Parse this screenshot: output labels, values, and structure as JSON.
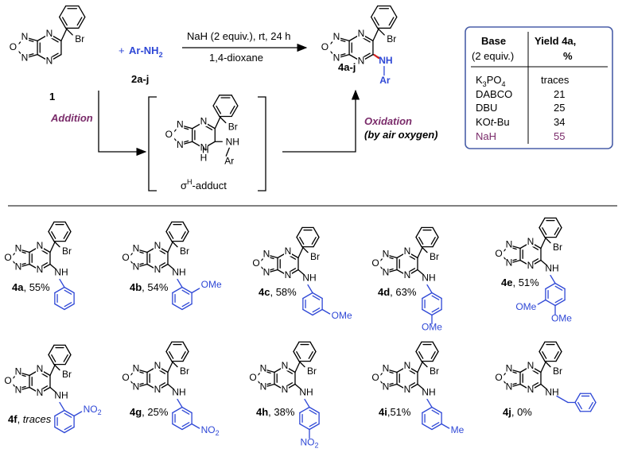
{
  "reaction": {
    "reactant_label": "1",
    "plus": "+",
    "reagent": "Ar-NH",
    "reagent_sub": "2",
    "reagent_label": "2a-j",
    "conditions_top": "NaH (2 equiv.), rt, 24 h",
    "conditions_bottom": "1,4-dioxane",
    "product_label": "4a-j",
    "addition_label": "Addition",
    "oxidation_label": "Oxidation",
    "oxidation_sub": "(by air oxygen)",
    "adduct_prefix": "σ",
    "adduct_sup": "H",
    "adduct_suffix": "-adduct"
  },
  "table": {
    "header_base": "Base",
    "header_base_sub": "(2 equiv.)",
    "header_yield": "Yield 4a,",
    "header_yield_unit": "%",
    "rows": [
      {
        "base": "K3PO4",
        "yield": "traces"
      },
      {
        "base": "DABCO",
        "yield": "21"
      },
      {
        "base": "DBU",
        "yield": "25"
      },
      {
        "base": "KOt-Bu",
        "yield": "34"
      },
      {
        "base": "NaH",
        "yield": "55"
      }
    ],
    "highlight_color": "#7a2b6a",
    "border_color": "#4a5fa8"
  },
  "atoms": {
    "O": "O",
    "N": "N",
    "Br": "Br",
    "H": "H",
    "NH": "NH",
    "Ar": "Ar",
    "OMe": "OMe",
    "NO": "NO",
    "two": "2",
    "Me": "Me",
    "K": "K",
    "P": "PO",
    "four": "4",
    "three": "3",
    "KO": "KO",
    "t": "t",
    "Bu": "-Bu"
  },
  "products": [
    {
      "id": "4a",
      "yield": ", 55%"
    },
    {
      "id": "4b",
      "yield": ", 54%"
    },
    {
      "id": "4c",
      "yield": ", 58%"
    },
    {
      "id": "4d",
      "yield": ", 63%"
    },
    {
      "id": "4e",
      "yield": ", 51%"
    },
    {
      "id": "4f",
      "yield": ", ",
      "yield_italic": "traces"
    },
    {
      "id": "4g",
      "yield": ", 25%"
    },
    {
      "id": "4h",
      "yield": ", 38%"
    },
    {
      "id": "4i",
      "yield": ",51%"
    },
    {
      "id": "4j",
      "yield": ", 0%"
    }
  ],
  "colors": {
    "ink": "#000000",
    "blue": "#2f48d6",
    "purple": "#7a2b6a"
  }
}
